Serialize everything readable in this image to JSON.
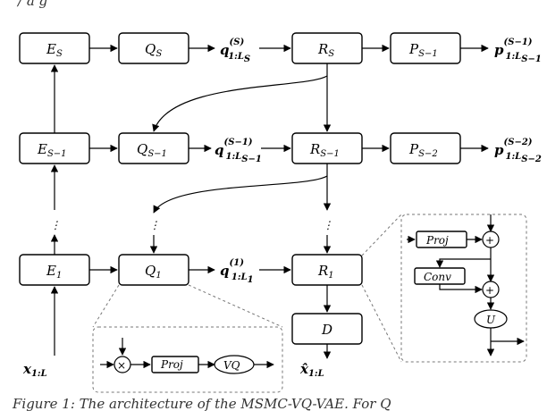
{
  "caption_fragment": "Figure 1:  The architecture of the MSMC-VQ-VAE. For Q",
  "top_fragment": "/  a  g",
  "nodes": {
    "es": {
      "main": "E",
      "sub": "S"
    },
    "qs": {
      "main": "Q",
      "sub": "S"
    },
    "rs": {
      "main": "R",
      "sub": "S"
    },
    "ps1": {
      "main": "P",
      "sub": "S−1"
    },
    "es1": {
      "main": "E",
      "sub": "S−1"
    },
    "qs1": {
      "main": "Q",
      "sub": "S−1"
    },
    "rs1": {
      "main": "R",
      "sub": "S−1"
    },
    "ps2": {
      "main": "P",
      "sub": "S−2"
    },
    "e1": {
      "main": "E",
      "sub": "1"
    },
    "q1": {
      "main": "Q",
      "sub": "1"
    },
    "r1": {
      "main": "R",
      "sub": "1"
    },
    "d": {
      "main": "D"
    }
  },
  "signals": {
    "qS": {
      "main": "q",
      "sup": "(S)",
      "sub": "1:L",
      "subsub": "S"
    },
    "pS1": {
      "main": "p",
      "sup": "(S−1)",
      "sub": "1:L",
      "subsub": "S−1"
    },
    "qS1": {
      "main": "q",
      "sup": "(S−1)",
      "sub": "1:L",
      "subsub": "S−1"
    },
    "pS2": {
      "main": "p",
      "sup": "(S−2)",
      "sub": "1:L",
      "subsub": "S−2"
    },
    "q1": {
      "main": "q",
      "sup": "(1)",
      "sub": "1:L",
      "subsub": "1"
    },
    "x": {
      "main": "x",
      "sub": "1:L"
    },
    "xhat": {
      "main": "x̂",
      "sub": "1:L"
    }
  },
  "ellipsis": "⋮",
  "r_detail": {
    "proj": "Proj",
    "conv": "Conv",
    "u": "U",
    "plus": "+"
  },
  "q_detail": {
    "times": "×",
    "proj": "Proj",
    "vq": "VQ"
  }
}
